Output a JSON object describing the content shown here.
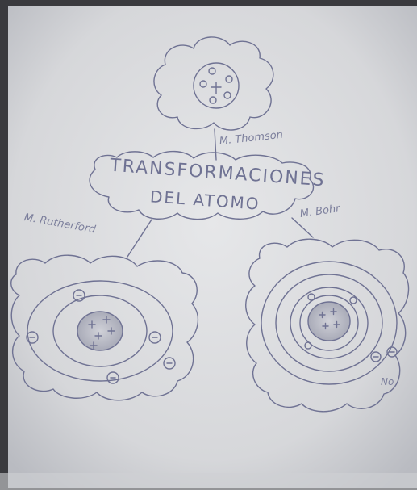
{
  "title": {
    "line1": "TRANSFORMACIONES",
    "line2": "DEL ATOMO"
  },
  "models": [
    {
      "label": "M. Thomson"
    },
    {
      "label": "M. Rutherford"
    },
    {
      "label": "M. Bohr"
    }
  ],
  "extra_label": "No",
  "colors": {
    "paper": "#d9dadb",
    "pencil": "#6f7293",
    "shadow": "#bcbec8",
    "border_dark": "#3a3a3e"
  }
}
